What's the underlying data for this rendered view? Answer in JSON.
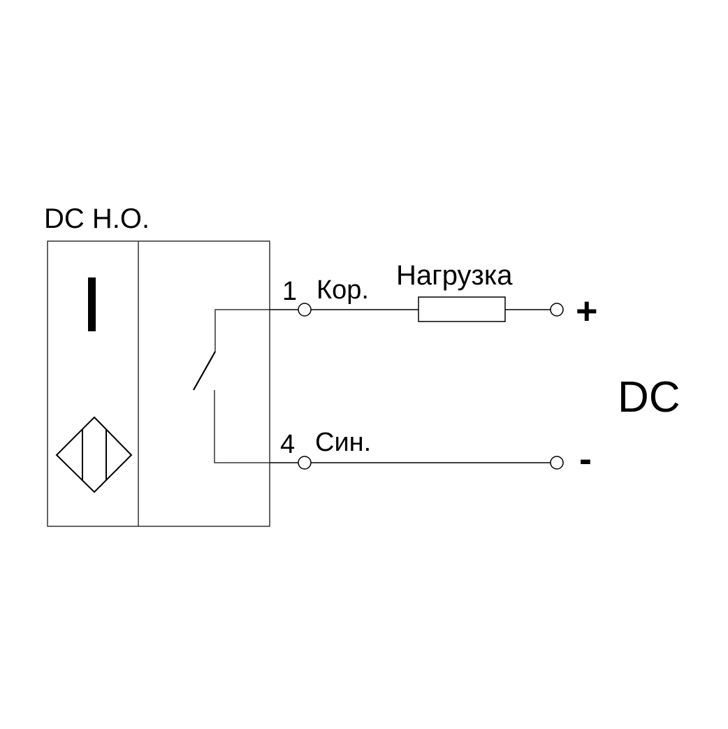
{
  "diagram": {
    "title": "DC Н.О.",
    "sensor_symbol": "I",
    "terminals": [
      {
        "number": "1",
        "wire": "Кор."
      },
      {
        "number": "4",
        "wire": "Син."
      }
    ],
    "load_label": "Нагрузка",
    "supply": {
      "label": "DC",
      "plus": "+",
      "minus": "-"
    },
    "colors": {
      "stroke": "#000000",
      "box_stroke": "#333333",
      "background": "#ffffff"
    }
  }
}
